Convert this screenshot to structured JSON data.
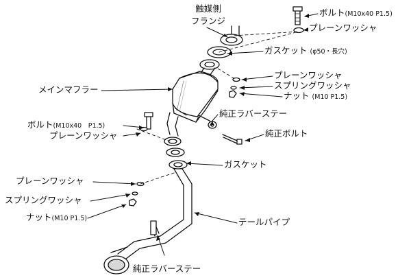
{
  "colors": {
    "line": "#111111",
    "background": "#ffffff",
    "part_fill": "#ffffff",
    "shade": "#d8d8d8"
  },
  "parts": {
    "catalyst_flange": "触媒側\nフランジ",
    "bolt_top": {
      "name": "ボルト",
      "spec": "(M10x40 P1.5)"
    },
    "plain_washer_top": "プレーンワッシャ",
    "gasket_top": {
      "name": "ガスケット",
      "spec": "(φ50・長穴)"
    },
    "main_muffler": "メインマフラー",
    "plain_washer_mid": "プレーンワッシャ",
    "spring_washer_mid": "スプリングワッシャ",
    "nut_mid": {
      "name": "ナット",
      "spec": "(M10 P1.5)"
    },
    "genuine_rubber_stay_upper": "純正ラバーステー",
    "genuine_bolt": "純正ボルト",
    "bolt_left": {
      "name": "ボルト",
      "spec": "(M10x40　P1.5)"
    },
    "plain_washer_left": "プレーンワッシャ",
    "gasket_mid": "ガスケット",
    "plain_washer_low": "プレーンワッシャ",
    "spring_washer_low": "スプリングワッシャ",
    "nut_low": {
      "name": "ナット",
      "spec": "(M10 P1.5)"
    },
    "tail_pipe": "テールパイプ",
    "genuine_rubber_stay_lower": "純正ラバーステー"
  }
}
